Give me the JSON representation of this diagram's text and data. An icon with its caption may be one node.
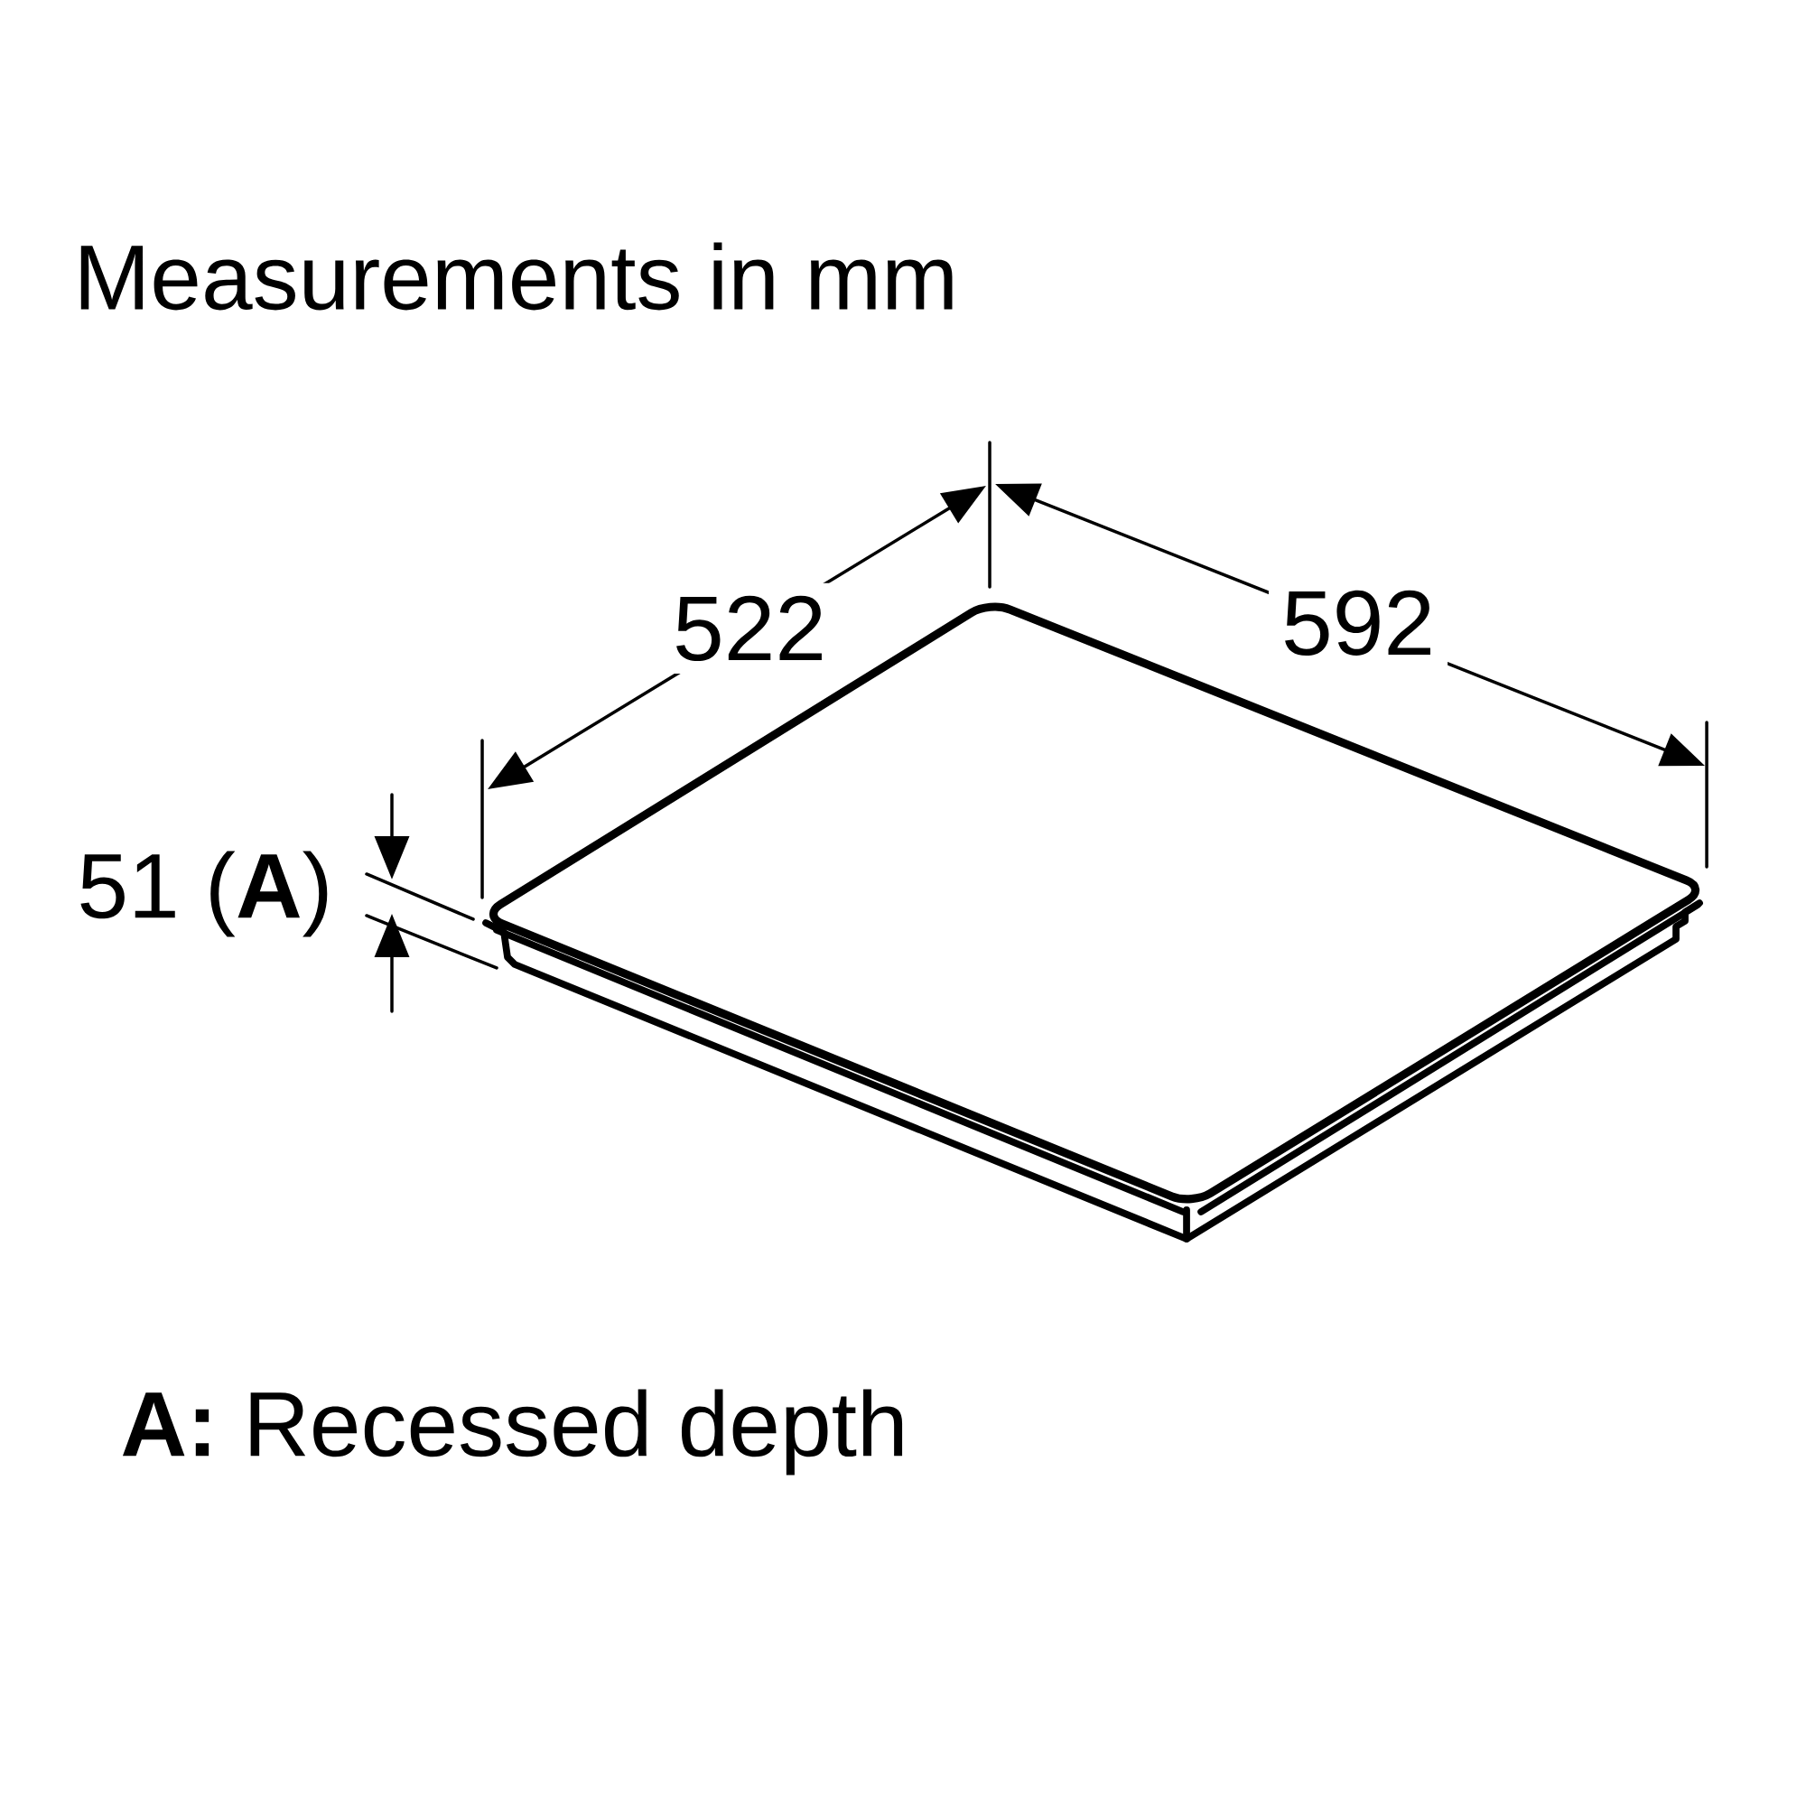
{
  "diagram": {
    "title": "Measurements in mm",
    "labels": [
      "522",
      "592",
      "51 (**A**)",
      "**A:** Recessed depth"
    ]
  }
}
